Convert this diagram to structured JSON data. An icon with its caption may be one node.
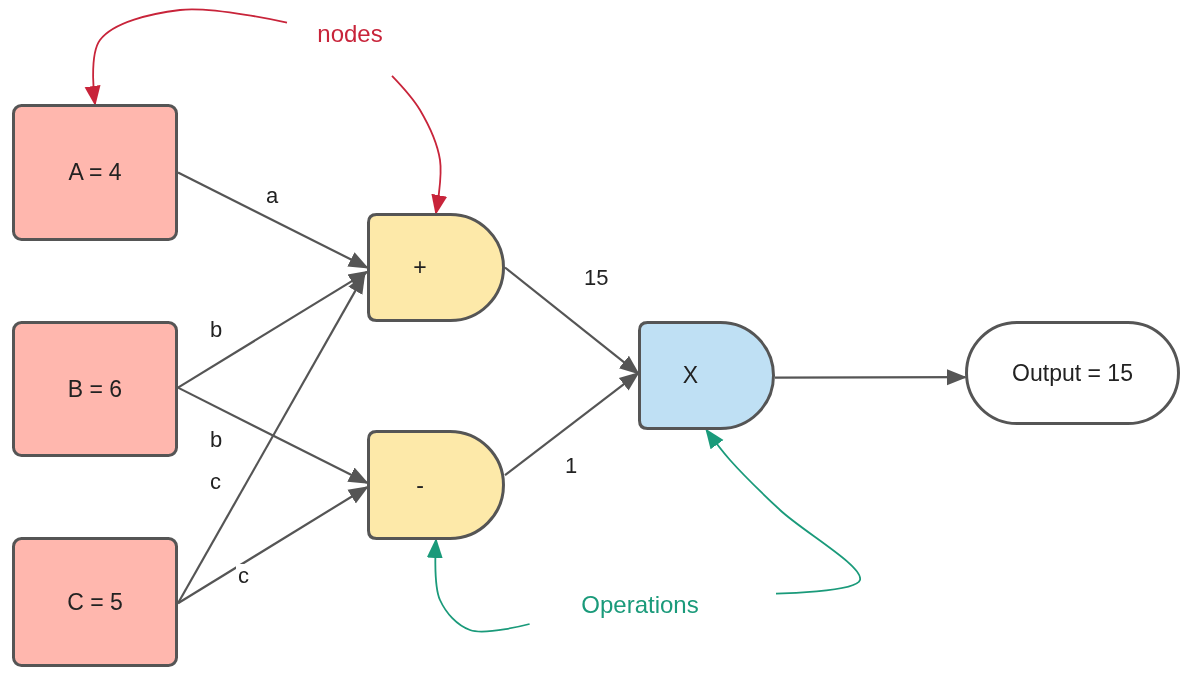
{
  "diagram": {
    "nodes": [
      {
        "text": [
          "A = 4"
        ]
      },
      {
        "text": [
          "B = 6"
        ]
      },
      {
        "text": [
          "C = 5"
        ]
      },
      {
        "text": [
          "+"
        ]
      },
      {
        "text": [
          "-"
        ]
      },
      {
        "text": [
          "X"
        ]
      },
      {
        "text": [
          "Output = 15"
        ]
      },
      {
        "text": [
          "nodes"
        ]
      },
      {
        "text": [
          "Operations"
        ]
      }
    ],
    "edges": [
      {
        "from": 0,
        "to": 3,
        "arrow": "to",
        "label": "a"
      },
      {
        "from": 1,
        "to": 3,
        "arrow": "to",
        "label": "b"
      },
      {
        "from": 1,
        "to": 4,
        "arrow": "to",
        "label": "b"
      },
      {
        "from": 2,
        "to": 3,
        "arrow": "to",
        "label": "c"
      },
      {
        "from": 2,
        "to": 4,
        "arrow": "to",
        "label": "c"
      },
      {
        "from": 3,
        "to": 5,
        "arrow": "to",
        "label": "15"
      },
      {
        "from": 4,
        "to": 5,
        "arrow": "to",
        "label": "1"
      },
      {
        "from": 5,
        "to": 6,
        "arrow": "to"
      },
      {
        "from": 7,
        "to": 0,
        "arrow": "to",
        "color": "#c8243a"
      },
      {
        "from": 7,
        "to": 3,
        "arrow": "to",
        "color": "#c8243a"
      },
      {
        "from": 8,
        "to": 4,
        "arrow": "to",
        "color": "#1a9a7a"
      },
      {
        "from": 8,
        "to": 5,
        "arrow": "to",
        "color": "#1a9a7a"
      }
    ]
  }
}
